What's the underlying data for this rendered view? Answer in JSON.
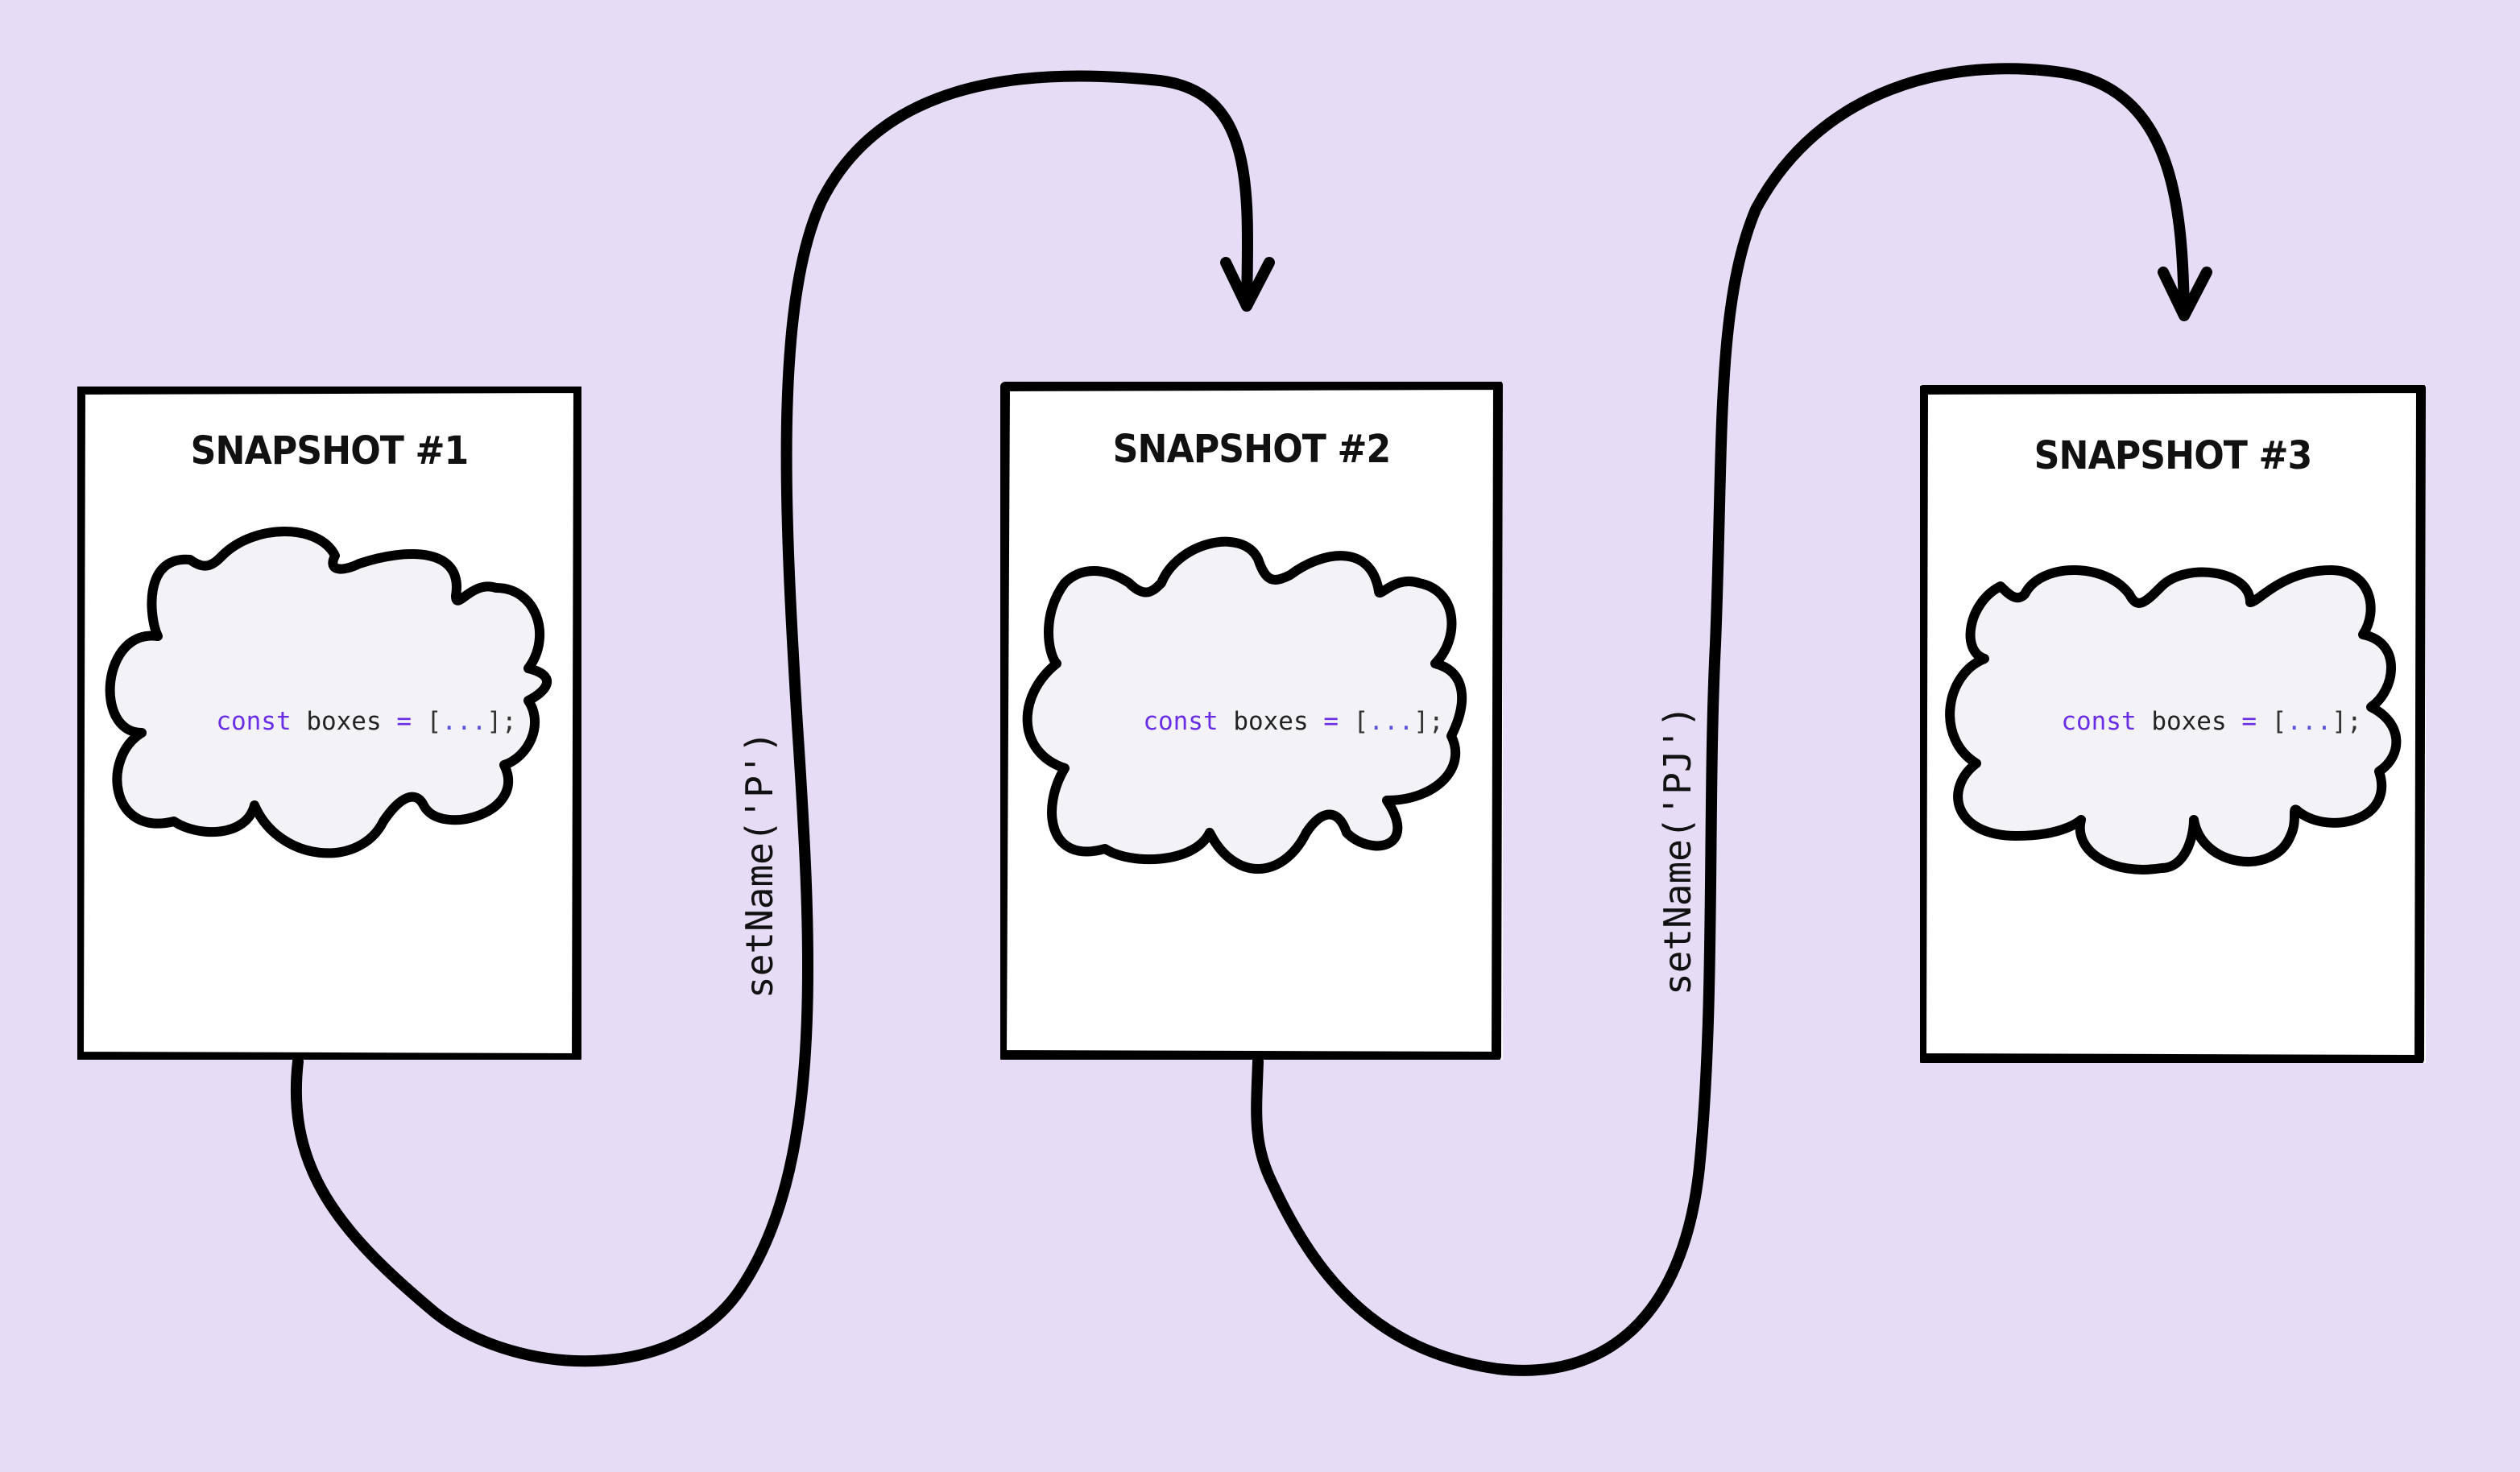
{
  "diagram": {
    "background": "#e6dcf5",
    "snapshots": [
      {
        "title": "SNAPSHOT #1",
        "code": {
          "keyword": "const",
          "identifier": "boxes",
          "operator": "=",
          "open": "[",
          "dots": "...",
          "close": "];"
        }
      },
      {
        "title": "SNAPSHOT #2",
        "code": {
          "keyword": "const",
          "identifier": "boxes",
          "operator": "=",
          "open": "[",
          "dots": "...",
          "close": "];"
        }
      },
      {
        "title": "SNAPSHOT #3",
        "code": {
          "keyword": "const",
          "identifier": "boxes",
          "operator": "=",
          "open": "[",
          "dots": "...",
          "close": "];"
        }
      }
    ],
    "transitions": [
      {
        "label": "setName('P')"
      },
      {
        "label": "setName('PJ')"
      }
    ],
    "colors": {
      "stroke": "#000000",
      "cloud_fill": "#f2f2f7",
      "keyword": "#6a2ee6",
      "dots": "#5a55d8"
    }
  }
}
